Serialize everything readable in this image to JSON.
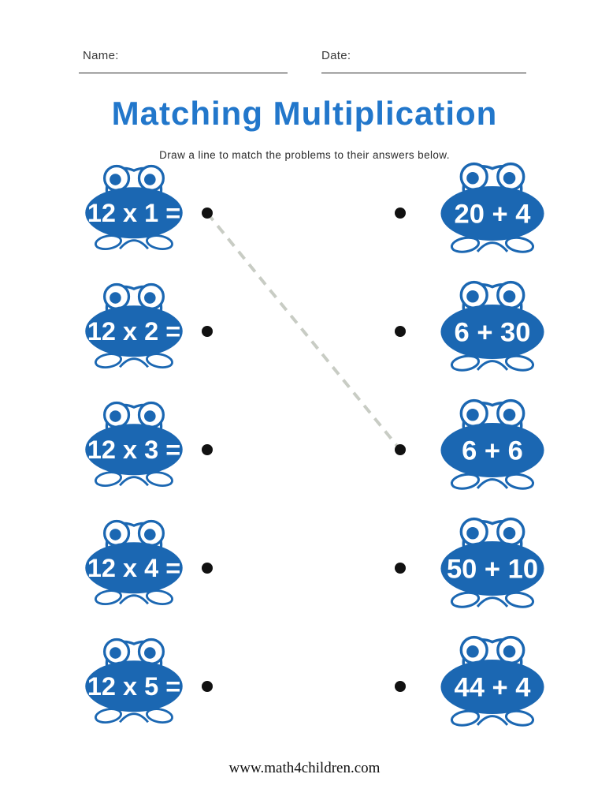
{
  "header": {
    "name_label": "Name:",
    "date_label": "Date:"
  },
  "title": "Matching Multiplication",
  "instructions": "Draw a line to match the problems to their answers below.",
  "rows": [
    {
      "problem": "12 x 1 =",
      "answer": "20 + 4"
    },
    {
      "problem": "12 x 2 =",
      "answer": "6 + 30"
    },
    {
      "problem": "12 x 3 =",
      "answer": "6 + 6"
    },
    {
      "problem": "12 x 4 =",
      "answer": "50 + 10"
    },
    {
      "problem": "12 x 5 =",
      "answer": "44 + 4"
    }
  ],
  "connection": {
    "from_problem_row": 1,
    "to_answer_row": 3
  },
  "footer": "www.math4children.com",
  "colors": {
    "frog_blue": "#1b67b2",
    "title_blue": "#2277cb",
    "dot_black": "#111111",
    "line_gray": "#c8ccc4"
  }
}
